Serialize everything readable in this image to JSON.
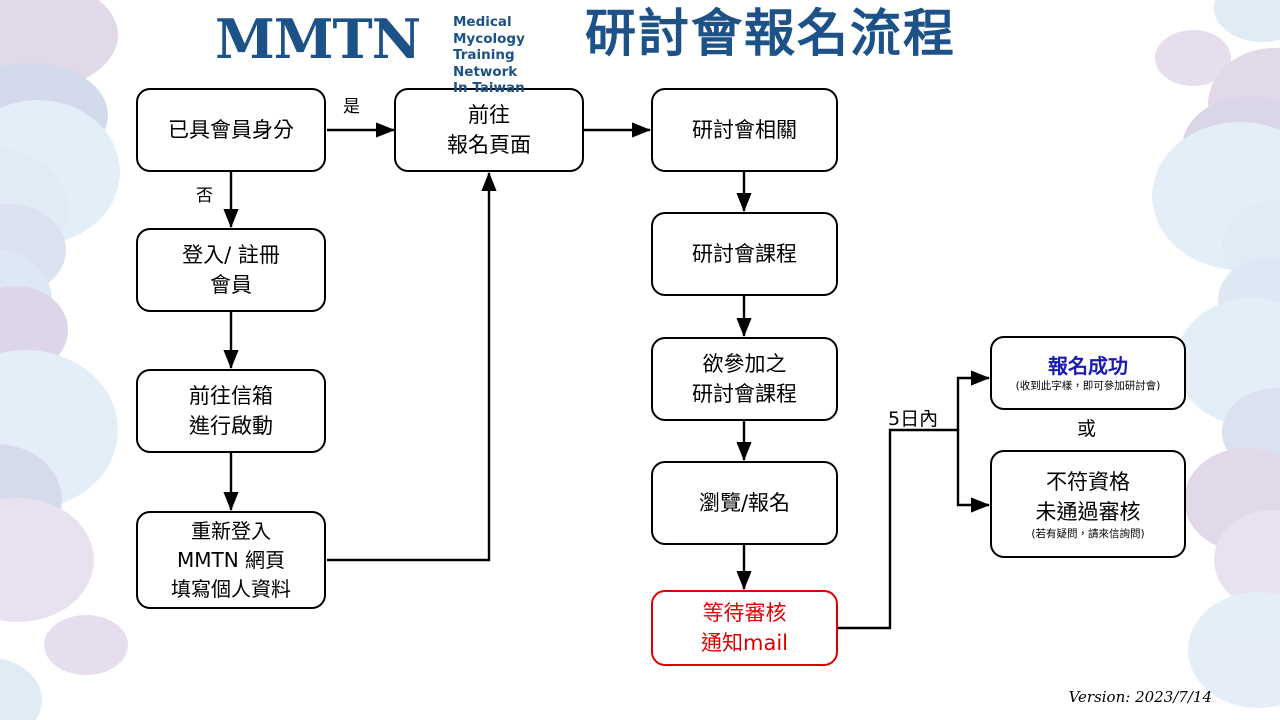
{
  "header": {
    "logo_mark": "MMTN",
    "logo_subtitle_lines": [
      "Medical Mycology",
      "Training Network",
      "In Taiwan"
    ],
    "title": "研討會報名流程",
    "brand_color": "#1d5288"
  },
  "flow": {
    "nodes": {
      "member_check": {
        "lines": [
          "已具會員身分"
        ]
      },
      "login_register": {
        "lines": [
          "登入/ 註冊",
          "會員"
        ]
      },
      "activate_mail": {
        "lines": [
          "前往信箱",
          "進行啟動"
        ]
      },
      "relogin_profile": {
        "lines": [
          "重新登入",
          "MMTN 網頁",
          "填寫個人資料"
        ]
      },
      "go_signup_page": {
        "lines": [
          "前往",
          "報名頁面"
        ]
      },
      "seminar_related": {
        "lines": [
          "研討會相關"
        ]
      },
      "seminar_course": {
        "lines": [
          "研討會課程"
        ]
      },
      "desired_course": {
        "lines": [
          "欲參加之",
          "研討會課程"
        ]
      },
      "browse_signup": {
        "lines": [
          "瀏覽/報名"
        ]
      },
      "await_review": {
        "lines": [
          "等待審核",
          "通知mail"
        ],
        "color": "#e00000"
      },
      "success": {
        "title": "報名成功",
        "note": "(收到此字樣，即可參加研討會)",
        "color": "#1a1ab0"
      },
      "rejected": {
        "lines": [
          "不符資格",
          "未通過審核"
        ],
        "note": "(若有疑問，請來信詢問)"
      }
    },
    "labels": {
      "yes": "是",
      "no": "否",
      "within_5_days": "5日內",
      "or": "或"
    }
  },
  "footer": {
    "version": "Version: 2023/7/14"
  },
  "background": {
    "circle_purple": "#d8cbe4",
    "circle_blue": "#d3e3f3"
  }
}
